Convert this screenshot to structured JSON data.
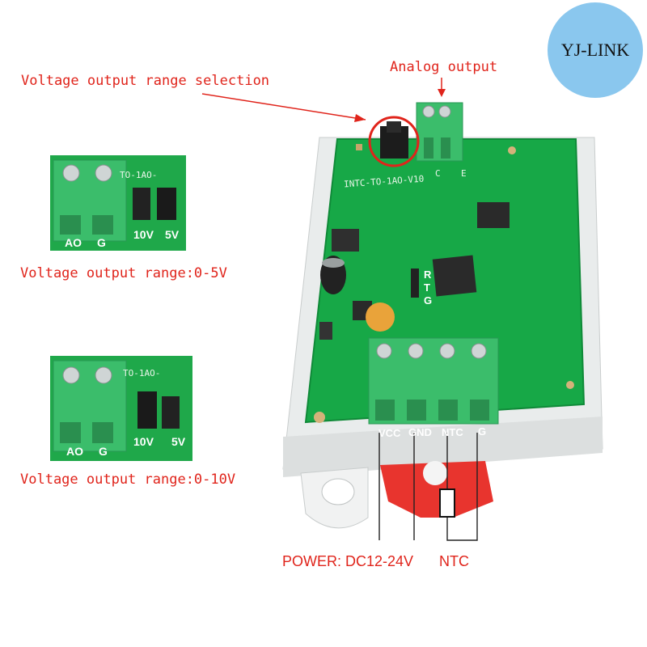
{
  "brand": {
    "text": "YJ-LINK",
    "circle_color": "#8ac7ee"
  },
  "annotations": {
    "range_selection": "Voltage output range selection",
    "analog_output": "Analog output",
    "range_0_5": "Voltage output range:0-5V",
    "range_0_10": "Voltage output range:0-10V",
    "power": "POWER: DC12-24V",
    "ntc": "NTC",
    "color": "#e0241b"
  },
  "board": {
    "model_text": "INTC-TO-1AO-V10",
    "terminal_labels": [
      "VCC",
      "GND",
      "NTC",
      "G"
    ],
    "header_labels": [
      "R",
      "T",
      "G"
    ],
    "ae_labels": [
      "C",
      "E"
    ],
    "pcb_color": "#17a847",
    "terminal_color": "#3bbd6b"
  },
  "thumb_top": {
    "silk_text": "TO-1AO-",
    "labels": {
      "g": "G",
      "ao": "AO",
      "v10": "10V",
      "v5": "5V"
    }
  },
  "thumb_bottom": {
    "silk_text": "TO-1AO-",
    "labels": {
      "g": "G",
      "ao": "AO",
      "v10": "10V",
      "v5": "5V"
    }
  }
}
